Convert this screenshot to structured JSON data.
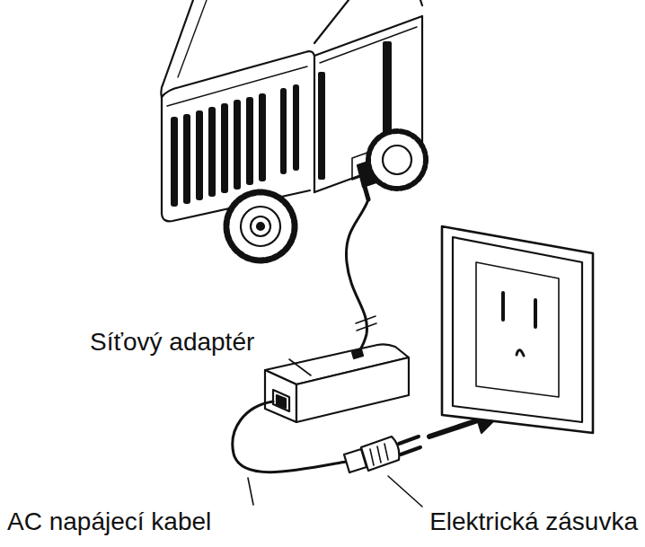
{
  "diagram": {
    "labels": [
      "Síťový adaptér",
      "AC napájecí kabel",
      "Elektrická zásuvka"
    ]
  }
}
